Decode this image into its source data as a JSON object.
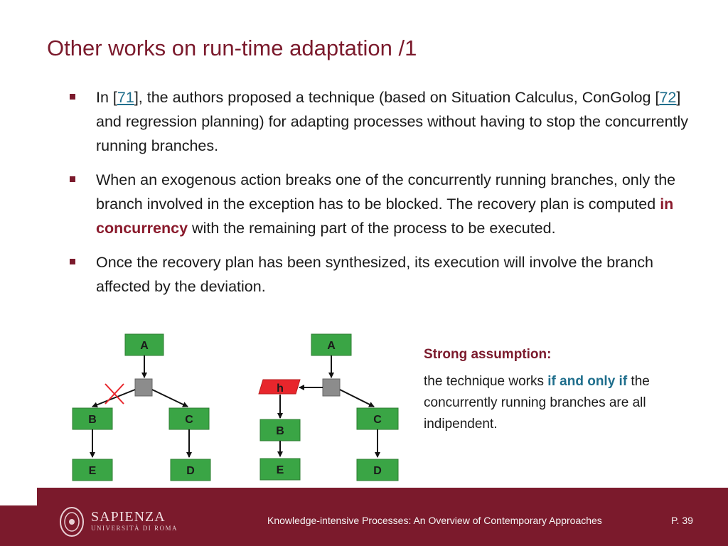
{
  "slide": {
    "title": "Other works on run-time adaptation /1"
  },
  "bullets": [
    {
      "parts": [
        "In [",
        "71",
        "], the authors proposed a technique (based on Situation Calculus, ConGolog [",
        "72",
        "] and regression planning) for adapting processes without having to stop the concurrently running branches."
      ]
    },
    {
      "parts": [
        "When an exogenous action breaks one of the concurrently running branches, only the branch involved in the exception has to be blocked. The recovery plan is computed ",
        "in concurrency",
        " with the remaining part of the process to be executed."
      ]
    },
    {
      "parts": [
        "Once the recovery plan has been synthesized, its execution will involve the branch affected by the deviation."
      ]
    }
  ],
  "diagram": {
    "left": {
      "A": "A",
      "B": "B",
      "C": "C",
      "D": "D",
      "E": "E"
    },
    "right": {
      "A": "A",
      "h": "h",
      "B": "B",
      "C": "C",
      "D": "D",
      "E": "E"
    },
    "colors": {
      "node_fill": "#3aa545",
      "node_border": "#5aa860",
      "gateway": "#8c8c8c",
      "exception": "#e8262c",
      "cross": "#e8262c"
    }
  },
  "side_note": {
    "heading": "Strong assumption:",
    "text_before": "the technique works ",
    "emphasis": "if and only if",
    "text_after": " the concurrently running branches are all indipendent."
  },
  "footer": {
    "logo_name": "SAPIENZA",
    "logo_sub": "UNIVERSITÀ DI ROMA",
    "course": "Knowledge-intensive Processes: An Overview of Contemporary Approaches",
    "page": "P. 39"
  }
}
